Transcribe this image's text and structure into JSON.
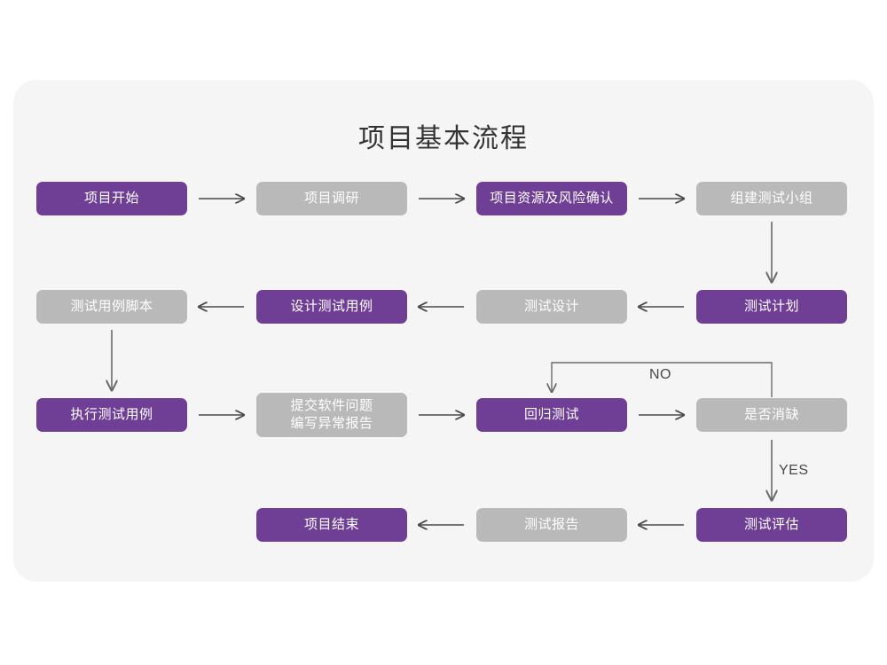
{
  "page": {
    "background": "#ffffff",
    "card_background": "#f5f5f5",
    "accent_purple": "#6f3f96",
    "accent_gray": "#b9b9b9",
    "title": "项目基本流程"
  },
  "diagram": {
    "type": "flowchart",
    "nodes": [
      {
        "id": "n1",
        "label": "项目开始",
        "style": "purple",
        "row": 1,
        "col": 1
      },
      {
        "id": "n2",
        "label": "项目调研",
        "style": "gray",
        "row": 1,
        "col": 2
      },
      {
        "id": "n3",
        "label": "项目资源及风险确认",
        "style": "purple",
        "row": 1,
        "col": 3
      },
      {
        "id": "n4",
        "label": "组建测试小组",
        "style": "gray",
        "row": 1,
        "col": 4
      },
      {
        "id": "n5",
        "label": "测试用例脚本",
        "style": "gray",
        "row": 2,
        "col": 1
      },
      {
        "id": "n6",
        "label": "设计测试用例",
        "style": "purple",
        "row": 2,
        "col": 2
      },
      {
        "id": "n7",
        "label": "测试设计",
        "style": "gray",
        "row": 2,
        "col": 3
      },
      {
        "id": "n8",
        "label": "测试计划",
        "style": "purple",
        "row": 2,
        "col": 4
      },
      {
        "id": "n9",
        "label": "执行测试用例",
        "style": "purple",
        "row": 3,
        "col": 1
      },
      {
        "id": "n10",
        "label": "提交软件问题\n编写异常报告",
        "style": "gray",
        "row": 3,
        "col": 2
      },
      {
        "id": "n11",
        "label": "回归测试",
        "style": "purple",
        "row": 3,
        "col": 3
      },
      {
        "id": "n12",
        "label": "是否消缺",
        "style": "gray",
        "row": 3,
        "col": 4
      },
      {
        "id": "n13",
        "label": "项目结束",
        "style": "purple",
        "row": 4,
        "col": 2
      },
      {
        "id": "n14",
        "label": "测试报告",
        "style": "gray",
        "row": 4,
        "col": 3
      },
      {
        "id": "n15",
        "label": "测试评估",
        "style": "purple",
        "row": 4,
        "col": 4
      }
    ],
    "edges": [
      {
        "from": "n1",
        "to": "n2",
        "direction": "right",
        "label": ""
      },
      {
        "from": "n2",
        "to": "n3",
        "direction": "right",
        "label": ""
      },
      {
        "from": "n3",
        "to": "n4",
        "direction": "right",
        "label": ""
      },
      {
        "from": "n4",
        "to": "n8",
        "direction": "down",
        "label": ""
      },
      {
        "from": "n8",
        "to": "n7",
        "direction": "left",
        "label": ""
      },
      {
        "from": "n7",
        "to": "n6",
        "direction": "left",
        "label": ""
      },
      {
        "from": "n6",
        "to": "n5",
        "direction": "left",
        "label": ""
      },
      {
        "from": "n5",
        "to": "n9",
        "direction": "down",
        "label": ""
      },
      {
        "from": "n9",
        "to": "n10",
        "direction": "right",
        "label": ""
      },
      {
        "from": "n10",
        "to": "n11",
        "direction": "right",
        "label": ""
      },
      {
        "from": "n11",
        "to": "n12",
        "direction": "right",
        "label": ""
      },
      {
        "from": "n12",
        "to": "n11",
        "direction": "loop-up-left",
        "label": "NO"
      },
      {
        "from": "n12",
        "to": "n15",
        "direction": "down",
        "label": "YES"
      },
      {
        "from": "n15",
        "to": "n14",
        "direction": "left",
        "label": ""
      },
      {
        "from": "n14",
        "to": "n13",
        "direction": "left",
        "label": ""
      }
    ],
    "edge_labels": {
      "no": "NO",
      "yes": "YES"
    }
  }
}
